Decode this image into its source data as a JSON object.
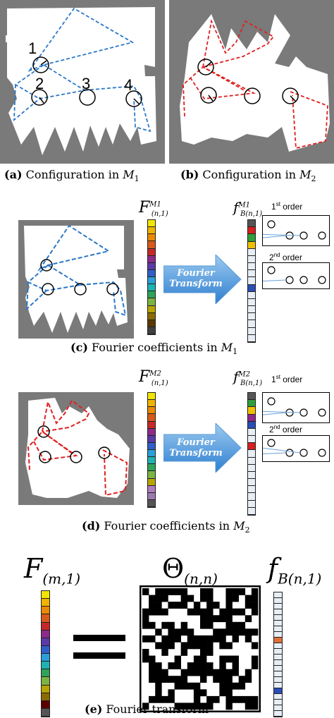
{
  "panel_a": {
    "label": "(a)",
    "text": "Configuration in ",
    "symbol": "M",
    "sub": "1",
    "node_labels": [
      "1",
      "2",
      "3",
      "4"
    ]
  },
  "panel_b": {
    "label": "(b)",
    "text": "Configuration in ",
    "symbol": "M",
    "sub": "2"
  },
  "panel_c": {
    "label": "(c)",
    "text": "Fourier coefficients in ",
    "symbol": "M",
    "sub": "1",
    "F_symbol": "F",
    "F_sup": "M1",
    "F_sub": "(n,1)",
    "f_symbol": "f",
    "f_sup": "M1",
    "f_sub": "B(n,1)",
    "arrow_text": [
      "Fourier",
      "Transform"
    ],
    "order1": "1",
    "order1_sup": "st",
    "order1_word": " order",
    "order2": "2",
    "order2_sup": "nd",
    "order2_word": " order"
  },
  "panel_d": {
    "label": "(d)",
    "text": "Fourier coefficients in ",
    "symbol": "M",
    "sub": "2",
    "F_symbol": "F",
    "F_sup": "M2",
    "F_sub": "(n,1)",
    "f_symbol": "f",
    "f_sup": "M2",
    "f_sub": "B(n,1)",
    "arrow_text": [
      "Fourier",
      "Transform"
    ],
    "order1": "1",
    "order1_sup": "st",
    "order1_word": " order",
    "order2": "2",
    "order2_sup": "nd",
    "order2_word": " order"
  },
  "panel_e": {
    "label": "(e)",
    "text": "Fourier transform",
    "F_symbol": "F",
    "F_sub": "(m,1)",
    "theta_symbol": "Θ",
    "theta_sub": "(n,n)",
    "f_symbol": "f",
    "f_sub": "B(n,1)",
    "equals": "="
  },
  "colors": {
    "map_bg": "#7a7a7a",
    "free": "#ffffff",
    "blue_route": "#2a78c8",
    "red_route": "#e02020",
    "arrow_fill": "#4a9ee0",
    "box_border": "#222222"
  },
  "vector_colors": {
    "F_c": [
      "#f2e600",
      "#f0b400",
      "#e98a00",
      "#d65a1a",
      "#c62828",
      "#8e2a8a",
      "#5b3aa8",
      "#2f5fc8",
      "#2a9fd8",
      "#1db3b3",
      "#2ea35a",
      "#7cb342",
      "#b8a400",
      "#8a6b00",
      "#5a3a00",
      "#404040"
    ],
    "f_c": [
      "#555555",
      "#d62020",
      "#2e9e3a",
      "#f0c000",
      "#e8eef6",
      "#e8eef6",
      "#e8eef6",
      "#e8eef6",
      "#e8eef6",
      "#2a4db8",
      "#e8eef6",
      "#e8eef6",
      "#e8eef6",
      "#e8eef6",
      "#e8eef6",
      "#e8eef6",
      "#e8eef6"
    ],
    "F_d": [
      "#f2e600",
      "#f0b400",
      "#e98a00",
      "#d65a1a",
      "#c62828",
      "#8e2a8a",
      "#5b3aa8",
      "#2f5fc8",
      "#2a9fd8",
      "#1db3b3",
      "#2ea35a",
      "#7cb342",
      "#b8a400",
      "#b07cc0",
      "#9a7ab0",
      "#555555"
    ],
    "f_d": [
      "#555555",
      "#2e9e3a",
      "#f0c000",
      "#8e2a8a",
      "#2a4db8",
      "#e8eef6",
      "#e8eef6",
      "#d62020",
      "#e8eef6",
      "#e8eef6",
      "#e8eef6",
      "#e8eef6",
      "#e8eef6",
      "#e8eef6",
      "#e8eef6",
      "#e8eef6",
      "#e8eef6"
    ],
    "F_e": [
      "#f2e600",
      "#f0b400",
      "#e98a00",
      "#d65a1a",
      "#c62828",
      "#8e2a8a",
      "#5b3aa8",
      "#2f5fc8",
      "#2a9fd8",
      "#1db3b3",
      "#2ea35a",
      "#7cb342",
      "#b8a400",
      "#8a6b00",
      "#5a0000",
      "#555555"
    ],
    "f_e": [
      "#e8eef6",
      "#e8eef6",
      "#e8eef6",
      "#e8eef6",
      "#e8eef6",
      "#e8eef6",
      "#e8eef6",
      "#e8eef6",
      "#e0703a",
      "#e8eef6",
      "#e8eef6",
      "#e8eef6",
      "#e8eef6",
      "#e8eef6",
      "#e8eef6",
      "#e8eef6",
      "#e8eef6",
      "#2a4db8",
      "#e8eef6",
      "#e8eef6",
      "#e8eef6",
      "#e8eef6"
    ]
  }
}
